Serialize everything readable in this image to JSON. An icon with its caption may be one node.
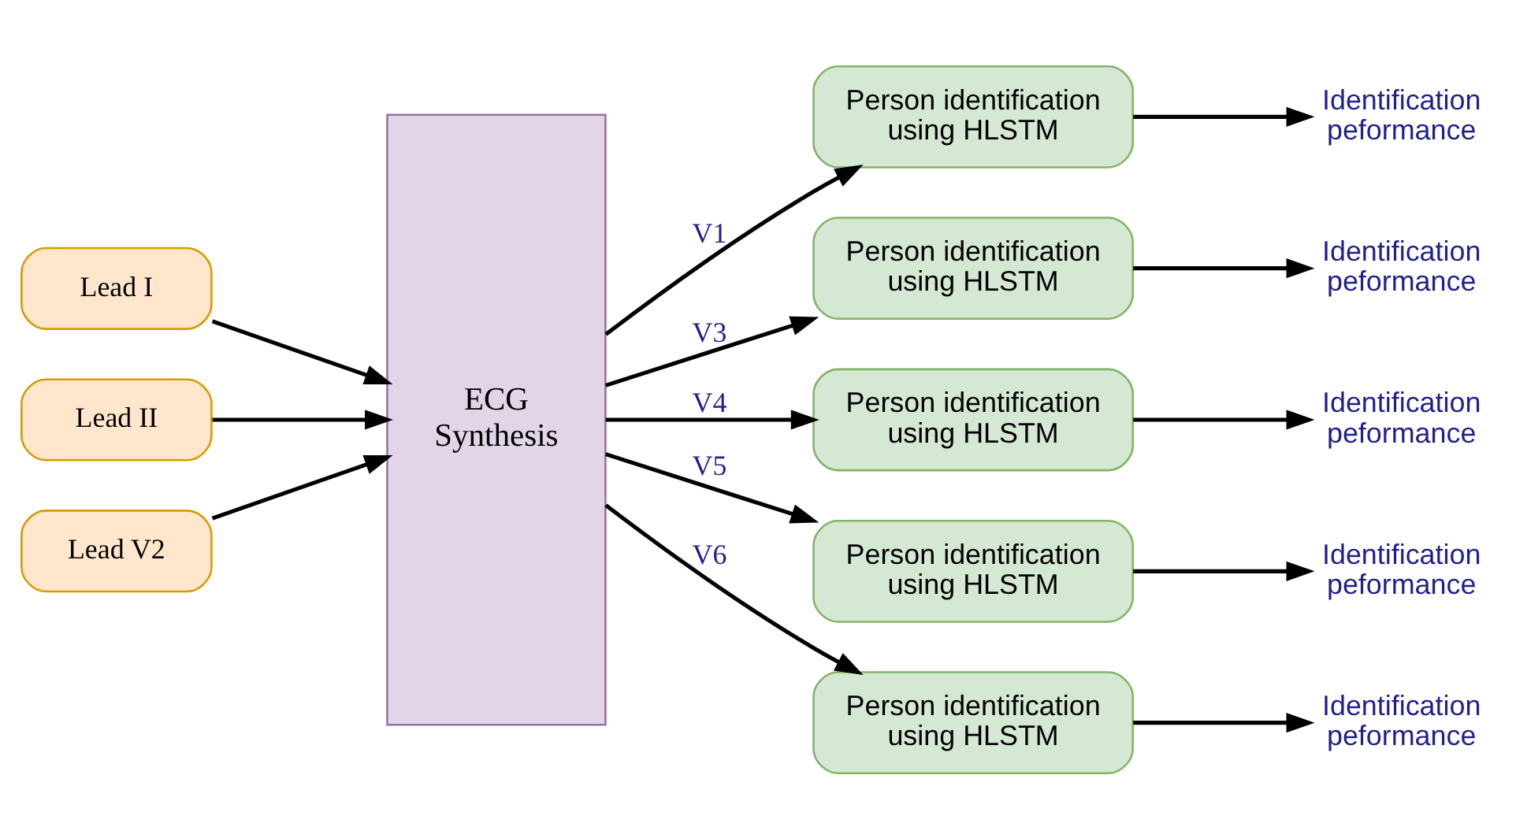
{
  "diagram": {
    "nodes": [
      {
        "text": [
          "Lead I"
        ]
      },
      {
        "text": [
          "Lead II"
        ]
      },
      {
        "text": [
          "Lead V2"
        ]
      },
      {
        "text": [
          "ECG Synthesis"
        ]
      },
      {
        "text": [
          "Person identification using HLSTM"
        ]
      },
      {
        "text": [
          "Person identification using HLSTM"
        ]
      },
      {
        "text": [
          "Person identification using HLSTM"
        ]
      },
      {
        "text": [
          "Person identification using HLSTM"
        ]
      },
      {
        "text": [
          "Person identification using HLSTM"
        ]
      },
      {
        "text": [
          "Identification peformance"
        ]
      },
      {
        "text": [
          "Identification peformance"
        ]
      },
      {
        "text": [
          "Identification peformance"
        ]
      },
      {
        "text": [
          "Identification peformance"
        ]
      },
      {
        "text": [
          "Identification peformance"
        ]
      }
    ],
    "edges": [
      {
        "from": 0,
        "to": 3,
        "arrow": "to"
      },
      {
        "from": 1,
        "to": 3,
        "arrow": "to"
      },
      {
        "from": 2,
        "to": 3,
        "arrow": "to"
      },
      {
        "from": 3,
        "to": 4,
        "arrow": "to",
        "label": "V1"
      },
      {
        "from": 3,
        "to": 5,
        "arrow": "to",
        "label": "V3"
      },
      {
        "from": 3,
        "to": 6,
        "arrow": "to",
        "label": "V4"
      },
      {
        "from": 3,
        "to": 7,
        "arrow": "to",
        "label": "V5"
      },
      {
        "from": 3,
        "to": 8,
        "arrow": "to",
        "label": "V6"
      },
      {
        "from": 4,
        "to": 9,
        "arrow": "to"
      },
      {
        "from": 5,
        "to": 10,
        "arrow": "to"
      },
      {
        "from": 6,
        "to": 11,
        "arrow": "to"
      },
      {
        "from": 7,
        "to": 12,
        "arrow": "to"
      },
      {
        "from": 8,
        "to": 13,
        "arrow": "to"
      }
    ]
  }
}
